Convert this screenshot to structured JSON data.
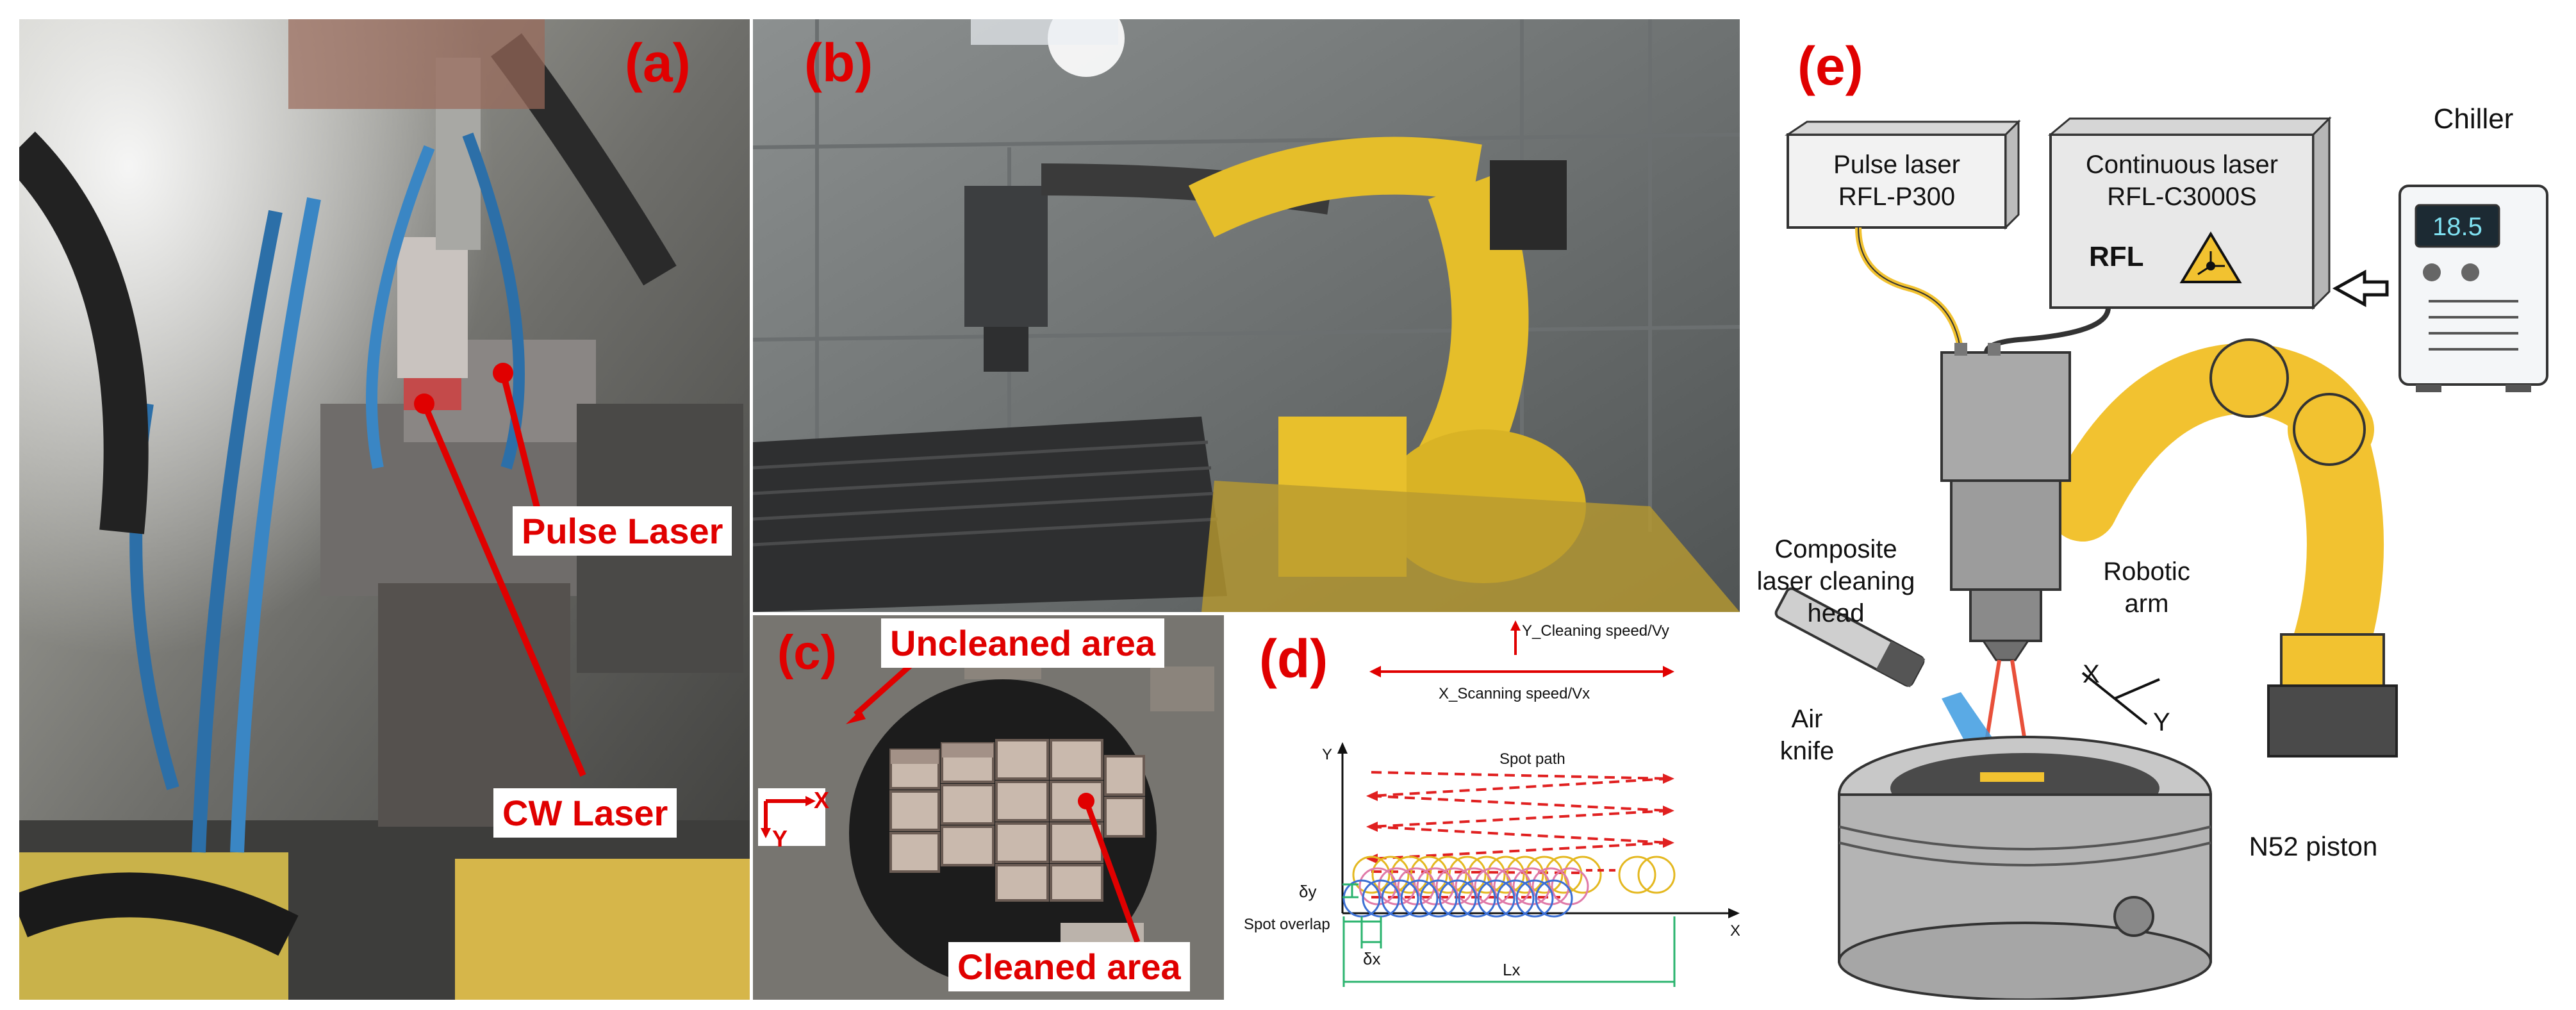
{
  "panels": {
    "a": {
      "label": "(a)",
      "callouts": {
        "pulse": "Pulse Laser",
        "cw": "CW Laser"
      }
    },
    "b": {
      "label": "(b)"
    },
    "c": {
      "label": "(c)",
      "callouts": {
        "uncleaned": "Uncleaned area",
        "cleaned": "Cleaned area"
      },
      "axes": {
        "x": "X",
        "y": "Y"
      }
    },
    "d": {
      "label": "(d)",
      "y_speed": "Y_Cleaning speed/Vy",
      "x_speed": "X_Scanning  speed/Vx",
      "spot_path": "Spot path",
      "axis_y": "Y",
      "axis_x": "X",
      "dy": "δy",
      "spot_overlap": "Spot overlap",
      "dx": "δx",
      "lx": "Lx"
    },
    "e": {
      "label": "(e)",
      "pulse_laser": {
        "line1": "Pulse laser",
        "line2": "RFL-P300"
      },
      "continuous_laser": {
        "line1": "Continuous laser",
        "line2": "RFL-C3000S",
        "brand": "RFL"
      },
      "chiller": {
        "title": "Chiller",
        "display": "18.5"
      },
      "head": {
        "line1": "Composite",
        "line2": "laser cleaning",
        "line3": "head"
      },
      "arm": {
        "line1": "Robotic",
        "line2": "arm"
      },
      "air_knife": {
        "line1": "Air",
        "line2": "knife"
      },
      "piston": "N52 piston",
      "axis_x": "X",
      "axis_y": "Y"
    }
  },
  "colors": {
    "label_red": "#e00000",
    "arm_yellow": "#f2c230",
    "laser_red": "#e8503a",
    "dashed_red": "#e02020",
    "green": "#2ab36e"
  }
}
